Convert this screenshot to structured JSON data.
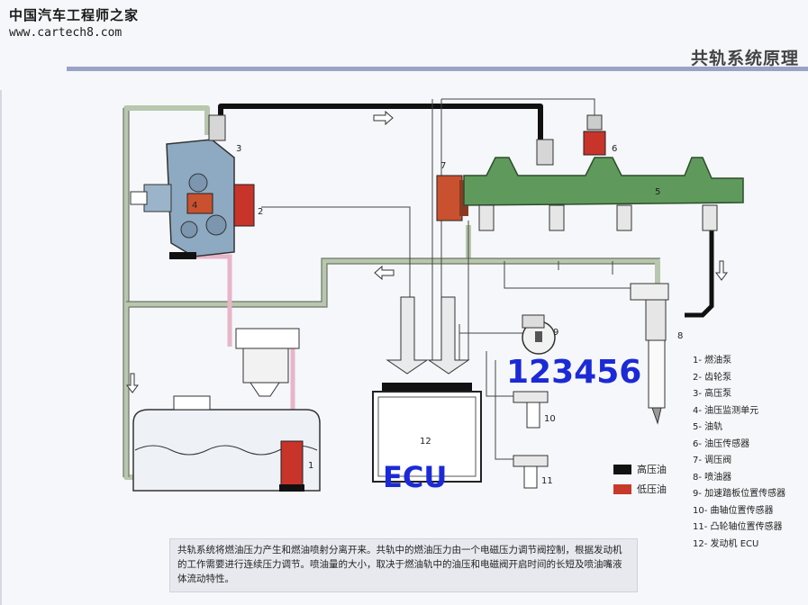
{
  "watermark": {
    "site_name": "中国汽车工程师之家",
    "url": "www.cartech8.com"
  },
  "header": {
    "title": "共轨系统原理"
  },
  "diagram": {
    "callouts": [
      "1",
      "2",
      "3",
      "4",
      "5",
      "6",
      "7",
      "8",
      "9",
      "10",
      "11",
      "12"
    ],
    "handwritten": {
      "sensors": "123456",
      "ecu": "ECU"
    },
    "colors": {
      "high_pressure": "#111111",
      "low_pressure": "#c6392b",
      "fuel_line": "#b8c7ad",
      "rail": "#5f9a5c",
      "return_line": "#e7b6c8"
    }
  },
  "legend": {
    "keys": [
      {
        "label": "高压油",
        "color": "#111111"
      },
      {
        "label": "低压油",
        "color": "#c6392b"
      }
    ],
    "items": [
      "1- 燃油泵",
      "2- 齿轮泵",
      "3- 高压泵",
      "4- 油压监测单元",
      "5- 油轨",
      "6- 油压传感器",
      "7- 调压阀",
      "8- 喷油器",
      "9- 加速踏板位置传感器",
      "10- 曲轴位置传感器",
      "11- 凸轮轴位置传感器",
      "12- 发动机 ECU"
    ]
  },
  "caption": {
    "text": "共轨系统将燃油压力产生和燃油喷射分离开来。共轨中的燃油压力由一个电磁压力调节阀控制，根据发动机的工作需要进行连续压力调节。喷油量的大小，取决于燃油轨中的油压和电磁阀开启时间的长短及喷油嘴液体流动特性。"
  }
}
